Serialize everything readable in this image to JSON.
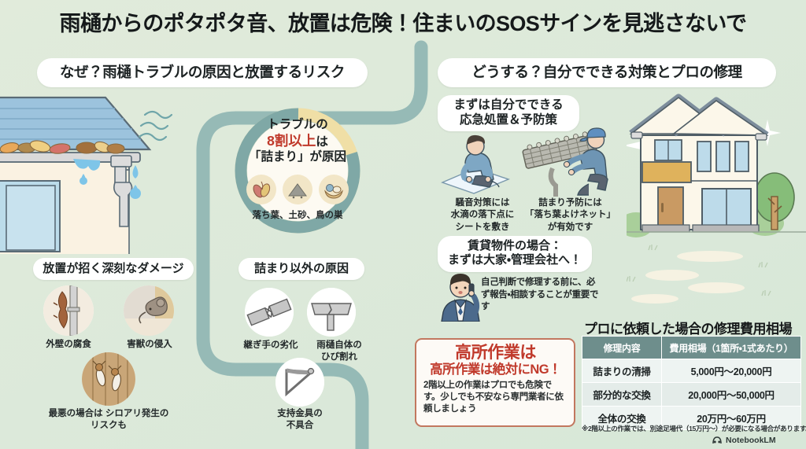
{
  "title": "雨樋からのポタポタ音、放置は危険！住まいのSOSサインを見逃さないで",
  "sections": {
    "left_pill": "なぜ？雨樋トラブルの原因と放置するリスク",
    "right_pill": "どうする？自分でできる対策とプロの修理"
  },
  "donut": {
    "line1": "トラブルの",
    "line2_red": "8割以上",
    "line2_tail": "は",
    "line3": "「詰まり」が原因",
    "caption": "落ち葉、土砂、鳥の巣",
    "seed_icons": [
      "fallen-leaves-icon",
      "sediment-icon",
      "bird-nest-icon"
    ],
    "ring_color": "#7fa8a6",
    "segment_color": "#f0dfa6"
  },
  "damage": {
    "heading": "放置が招く深刻なダメージ",
    "items": [
      {
        "label": "外壁の腐食",
        "icon": "wall-corrosion-icon"
      },
      {
        "label": "害獣の侵入",
        "icon": "rodent-intrusion-icon"
      },
      {
        "label": "最悪の場合は\nシロアリ発生のリスクも",
        "icon": "termite-icon"
      }
    ]
  },
  "other_causes": {
    "heading": "詰まり以外の原因",
    "items": [
      {
        "label": "継ぎ手の劣化",
        "icon": "joint-deterioration-icon"
      },
      {
        "label": "雨樋自体の\nひび割れ",
        "icon": "gutter-crack-icon"
      },
      {
        "label": "支持金具の\n不具合",
        "icon": "bracket-failure-icon"
      }
    ]
  },
  "diy": {
    "heading": "まずは自分でできる\n応急処置＆予防策",
    "captions": [
      "騒音対策には\n水滴の落下点に\nシートを敷き",
      "詰まり予防には\n「落ち葉よけネット」\nが有効です"
    ]
  },
  "rental": {
    "heading": "賃貸物件の場合：\nまずは大家・管理会社へ！",
    "body": "自己判断で修理する前に、必ず報告・相談することが重要です"
  },
  "warning": {
    "line1": "高所作業は",
    "line2": "高所作業は絶対にNG！",
    "body": "2階以上の作業はプロでも危険です。少しでも不安なら専門業者に依頼しましょう",
    "accent_color": "#c0392b"
  },
  "price": {
    "title": "プロに依頼した場合の修理費用相場",
    "headers": [
      "修理内容",
      "費用相場（1箇所・1式あたり）"
    ],
    "rows": [
      [
        "詰まりの清掃",
        "5,000円〜20,000円"
      ],
      [
        "部分的な交換",
        "20,000円〜50,000円"
      ],
      [
        "全体の交換",
        "20万円〜60万円"
      ]
    ],
    "note": "※2階以上の作業では、別途足場代（15万円〜）が必要になる場合があります。",
    "header_color": "#6e8e8c"
  },
  "watermark": "NotebookLM",
  "colors": {
    "background": "#dcead9",
    "ribbon": "#8fb5b3",
    "pill": "#ffffff",
    "text": "#1d2324"
  }
}
